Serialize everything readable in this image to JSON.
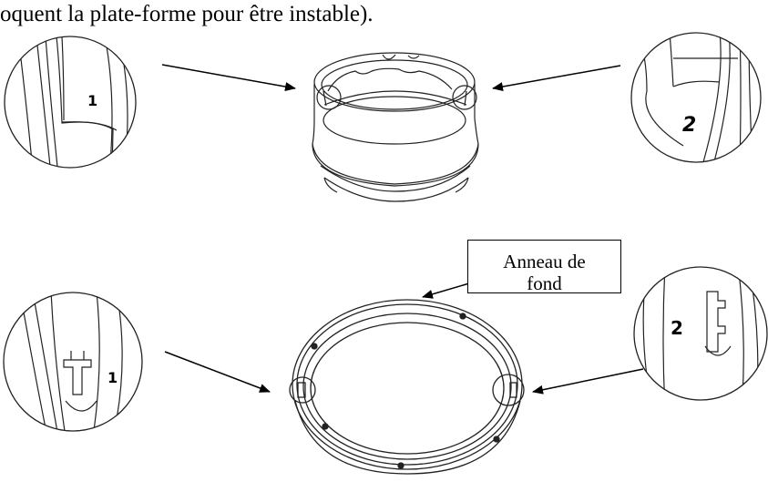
{
  "caption": "oquent la plate-forme pour être instable).",
  "callout": {
    "line1": "Anneau de",
    "line2": "fond"
  },
  "details": {
    "top_left_number": "1",
    "top_right_number": "2",
    "bottom_left_number": "1",
    "bottom_right_number": "2"
  }
}
